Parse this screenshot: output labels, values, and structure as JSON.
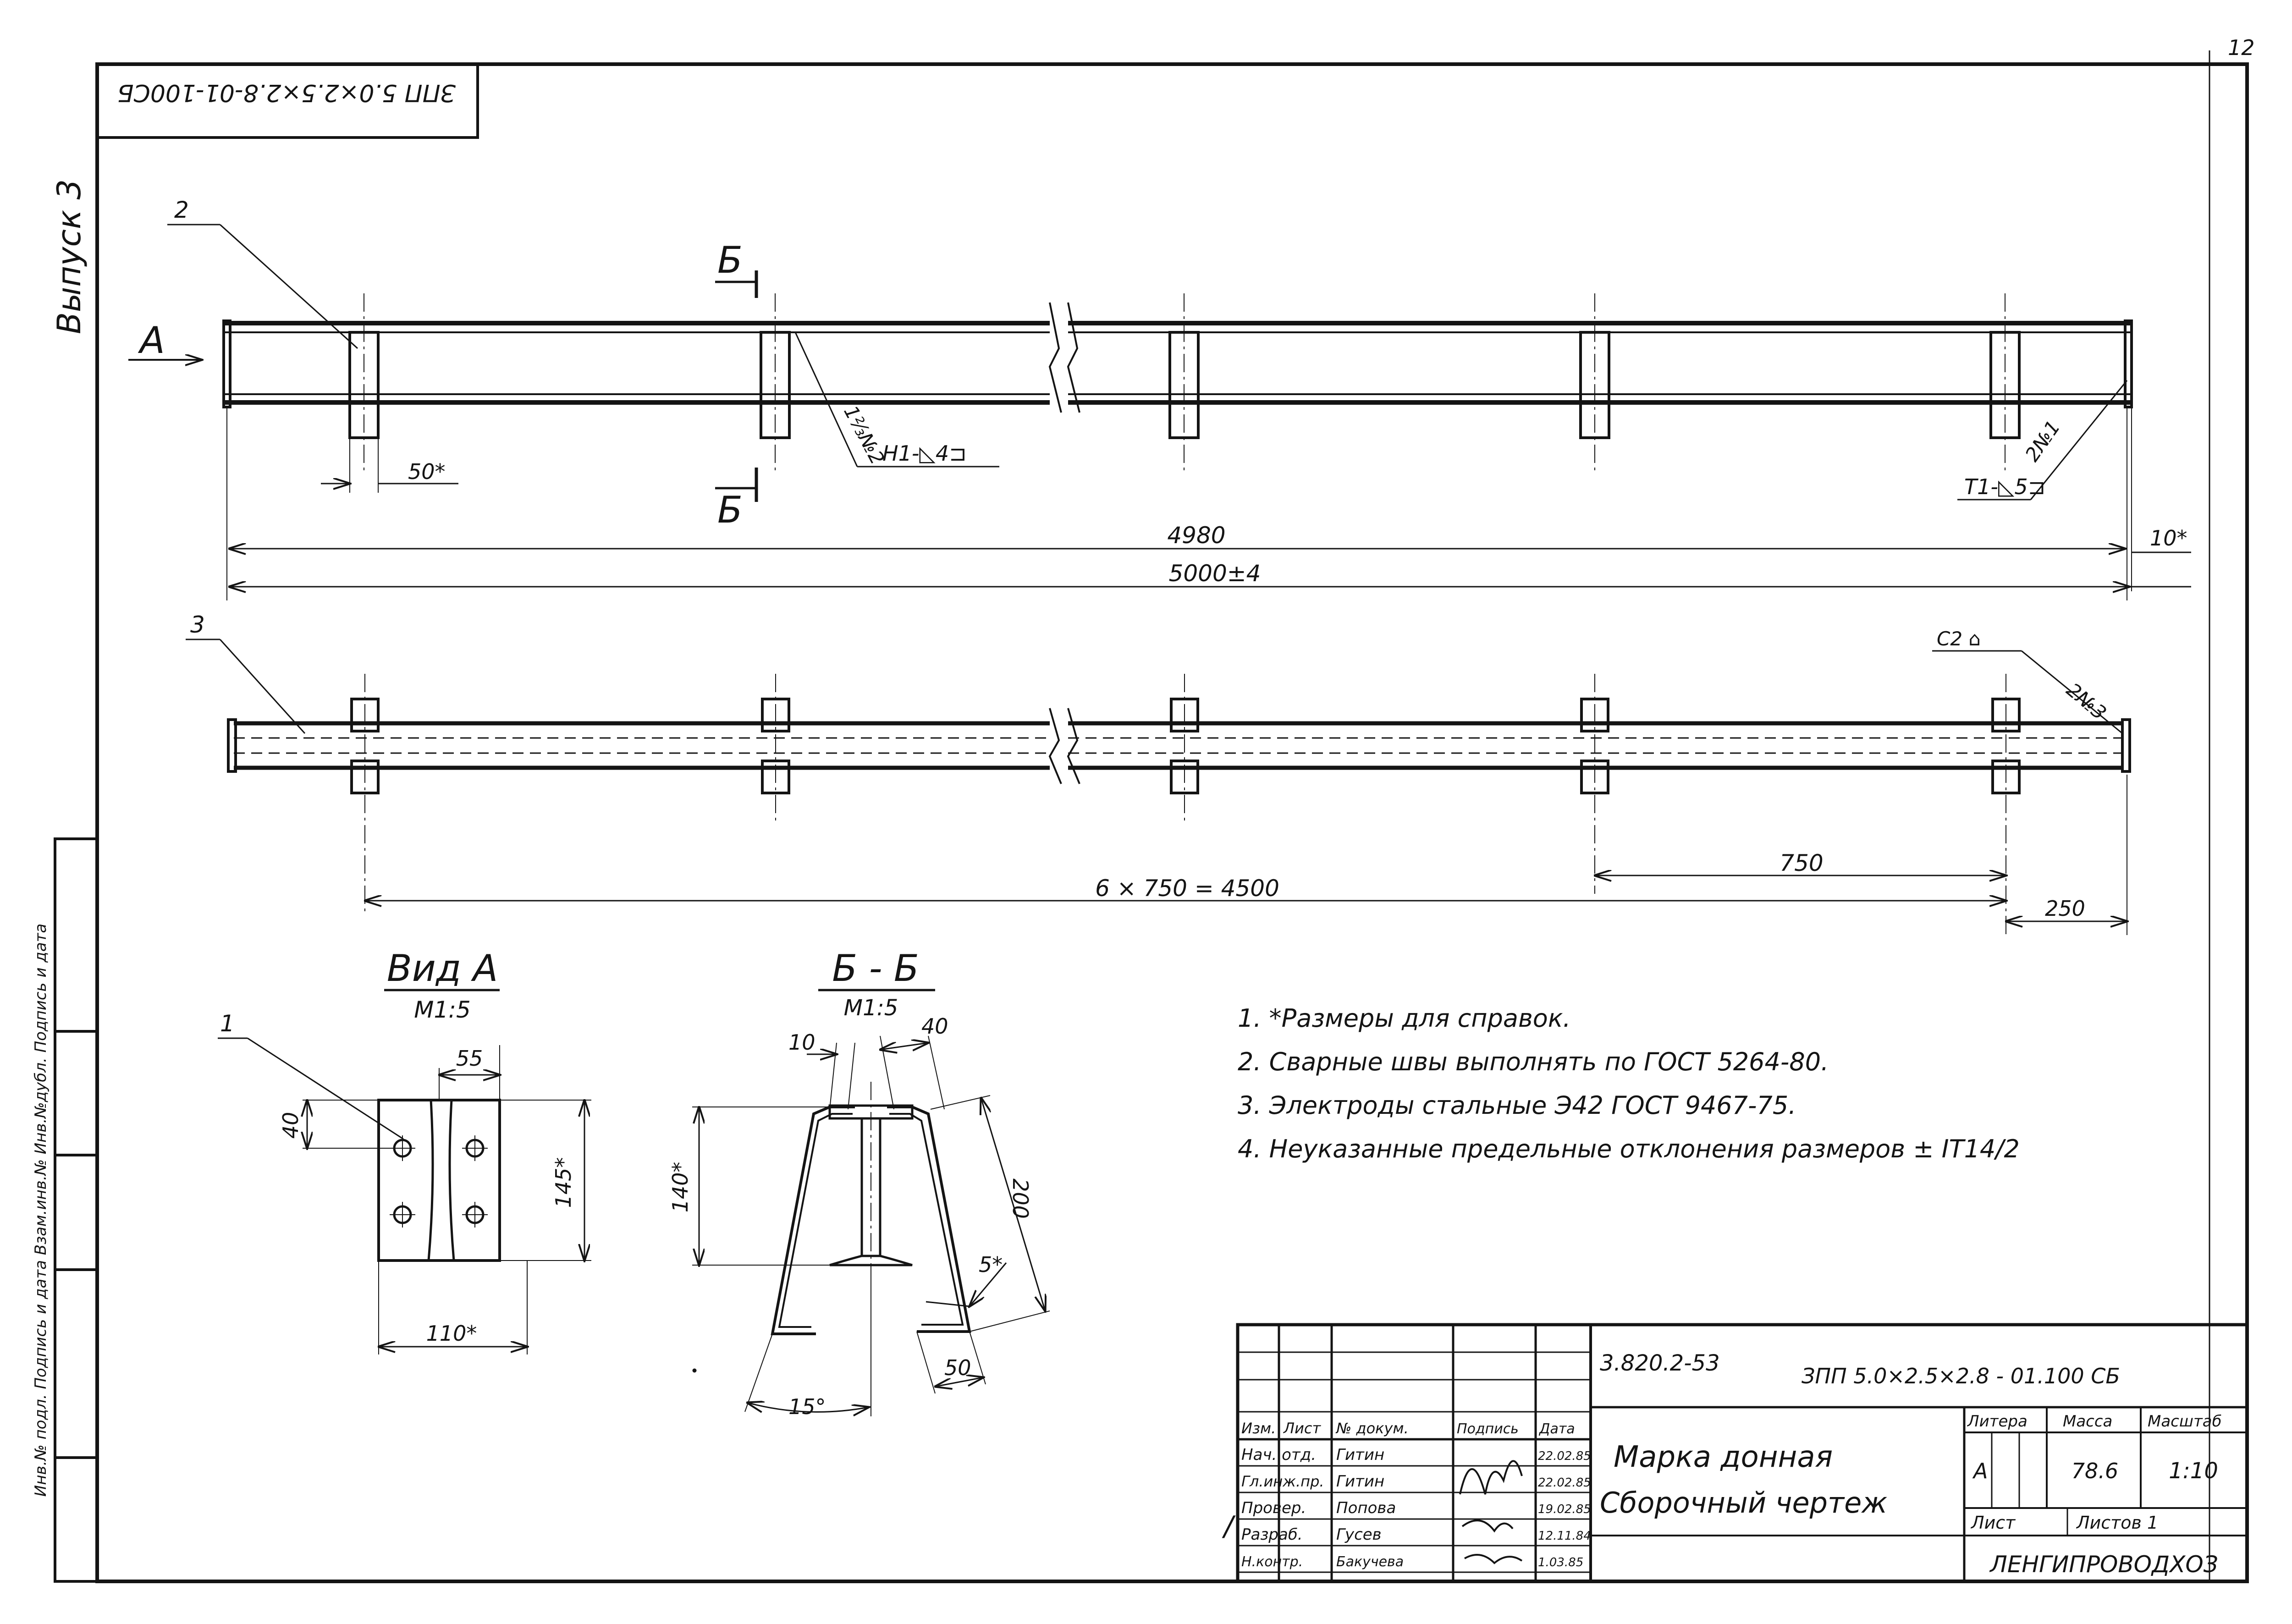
{
  "sheet": {
    "page_number": "12",
    "rotated_code": "ЗПП 5.0×2.5×2.8-01-100СБ",
    "series_label": "Выпуск 3",
    "side_stamp": "Инв.№ подл.  Подпись и дата  Взам.инв.№  Инв.№дубл.  Подпись и дата"
  },
  "top_view": {
    "callout_part": "2",
    "view_arrow": "А",
    "section_mark_upper": "Б",
    "section_mark_lower": "Б",
    "dim_50": "50*",
    "weld_2": "1⅔№2",
    "weld_h1": "Н1-◺4⊐",
    "weld_t1": "Т1-◺5⊐",
    "weld_2n1": "2№1",
    "dim_4980": "4980",
    "dim_10": "10*",
    "dim_5000": "5000±4"
  },
  "bottom_view": {
    "callout_part": "3",
    "weld_c2": "С2 ⌂",
    "weld_2n3": "2№3",
    "dim_750": "750",
    "dim_total": "6 × 750 = 4500",
    "dim_250": "250"
  },
  "view_a": {
    "title": "Вид А",
    "scale": "М1:5",
    "callout_part": "1",
    "dim_55": "55",
    "dim_40": "40",
    "dim_145": "145*",
    "dim_110": "110*"
  },
  "section_bb": {
    "title": "Б - Б",
    "scale": "М1:5",
    "dim_10": "10",
    "dim_40": "40",
    "dim_140": "140*",
    "dim_200": "200",
    "dim_5": "5*",
    "dim_50": "50",
    "dim_15": "15°"
  },
  "notes": [
    "1. *Размеры для справок.",
    "2. Сварные швы выполнять по ГОСТ 5264-80.",
    "3. Электроды стальные Э42 ГОСТ 9467-75.",
    "4. Неуказанные предельные отклонения размеров ± IT14/2"
  ],
  "title_block": {
    "doc_series": "3.820.2-53",
    "doc_code": "ЗПП 5.0×2.5×2.8 - 01.100 СБ",
    "title_line1": "Марка донная",
    "title_line2": "Сборочный чертеж",
    "header_izm": "Изм.",
    "header_list": "Лист",
    "header_ndoc": "№ докум.",
    "header_sign": "Подпись",
    "header_date": "Дата",
    "header_litera": "Литера",
    "header_mass": "Масса",
    "header_scale": "Масштаб",
    "litera": "А",
    "mass": "78.6",
    "scale": "1:10",
    "sheet_label": "Лист",
    "sheets_label": "Листов 1",
    "organization": "ЛЕНГИПРОВОДХОЗ",
    "rows": [
      {
        "role": "Нач. отд.",
        "name": "Гитин",
        "date": "22.02.85"
      },
      {
        "role": "Гл.инж.пр.",
        "name": "Гитин",
        "date": "22.02.85"
      },
      {
        "role": "Провер.",
        "name": "Попова",
        "date": "19.02.85"
      },
      {
        "role": "Разраб.",
        "name": "Гусев",
        "date": "12.11.84"
      },
      {
        "role": "Н.контр.",
        "name": "Бакучева",
        "date": "1.03.85"
      }
    ]
  }
}
